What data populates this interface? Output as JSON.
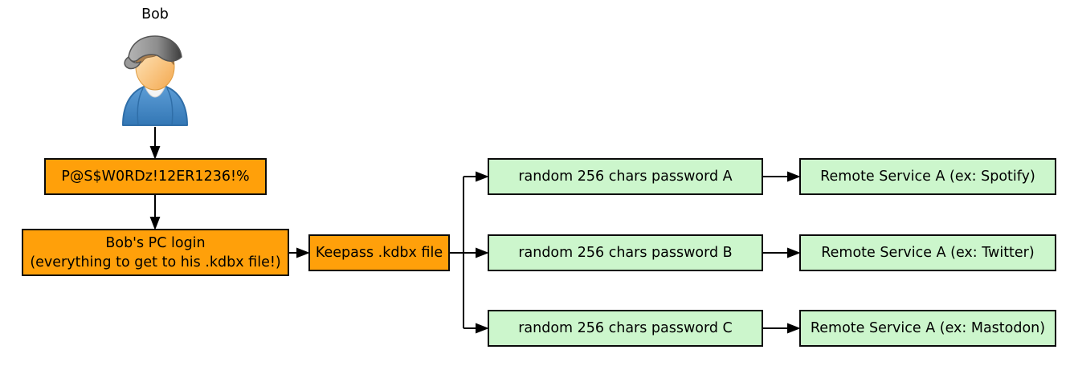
{
  "diagram": {
    "background_color": "#ffffff",
    "colors": {
      "credential_fill": "#ffa00a",
      "password_fill": "#ccf6cc",
      "node_border": "#0a0a0a",
      "arrow": "#000000"
    },
    "actor": {
      "name": "Bob",
      "icon": "person-in-cap-and-hoodie"
    },
    "nodes": {
      "master_password": {
        "label": "P@S$W0RDz!12ER1236!%",
        "fill": "#ffa00a"
      },
      "pc_login": {
        "label_line1": "Bob's PC login",
        "label_line2": "(everything to get to his .kdbx file!)",
        "fill": "#ffa00a"
      },
      "keepass_file": {
        "label": "Keepass .kdbx file",
        "fill": "#ffa00a"
      },
      "password_a": {
        "label": "random 256 chars password A",
        "fill": "#ccf6cc"
      },
      "password_b": {
        "label": "random 256 chars password B",
        "fill": "#ccf6cc"
      },
      "password_c": {
        "label": "random 256 chars password C",
        "fill": "#ccf6cc"
      },
      "service_a": {
        "label": "Remote Service A (ex: Spotify)",
        "fill": "#ccf6cc"
      },
      "service_b": {
        "label": "Remote Service A (ex: Twitter)",
        "fill": "#ccf6cc"
      },
      "service_c": {
        "label": "Remote Service A (ex: Mastodon)",
        "fill": "#ccf6cc"
      }
    },
    "edges": [
      {
        "from": "bob",
        "to": "master_password"
      },
      {
        "from": "master_password",
        "to": "pc_login"
      },
      {
        "from": "pc_login",
        "to": "keepass_file"
      },
      {
        "from": "keepass_file",
        "to": "password_a"
      },
      {
        "from": "keepass_file",
        "to": "password_b"
      },
      {
        "from": "keepass_file",
        "to": "password_c"
      },
      {
        "from": "password_a",
        "to": "service_a"
      },
      {
        "from": "password_b",
        "to": "service_b"
      },
      {
        "from": "password_c",
        "to": "service_c"
      }
    ]
  }
}
